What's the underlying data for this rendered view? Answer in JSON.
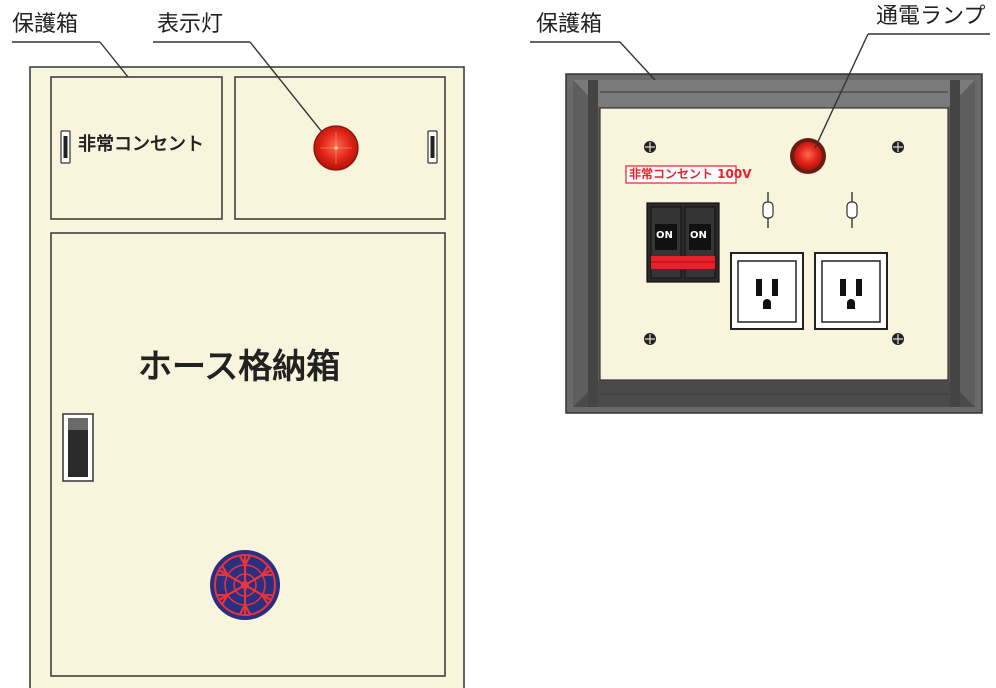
{
  "left_cabinet": {
    "callout_box": "保護箱",
    "callout_lamp": "表示灯",
    "outlet_door_label": "非常コンセント",
    "hose_door_label": "ホース格納箱"
  },
  "right_panel": {
    "callout_box": "保護箱",
    "callout_lamp": "通電ランプ",
    "panel_label": "非常コンセント 100V",
    "breaker_left_label": "ON",
    "breaker_right_label": "ON"
  },
  "colors": {
    "cabinet_fill": "#f8f5dc",
    "outline": "#333333",
    "lamp_red": "#e02418",
    "frame_grey": "#5c5c5c",
    "emblem_blue": "#2a2f80",
    "emblem_red": "#e8343a",
    "label_red": "#e8202a"
  }
}
